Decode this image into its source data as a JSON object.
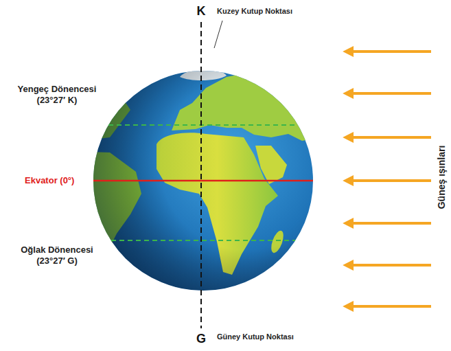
{
  "diagram": {
    "labels": [
      "K",
      "Kuzey Kutup Noktası",
      "Yengeç Dönencesi (23°27′ K)",
      "Ekvator (0°)",
      "Oğlak Dönencesi (23°27′ G)",
      "G",
      "Güney Kutup Noktası",
      "Güneş ışınları"
    ]
  }
}
